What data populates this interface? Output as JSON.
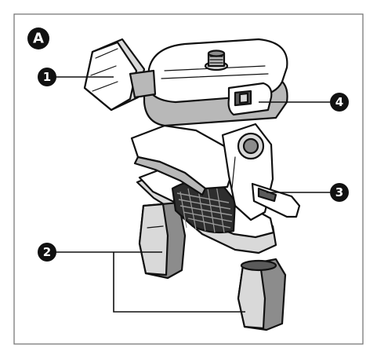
{
  "figure": {
    "panel_label": "A",
    "callouts": [
      {
        "id": "1",
        "label": "1"
      },
      {
        "id": "2",
        "label": "2"
      },
      {
        "id": "3",
        "label": "3"
      },
      {
        "id": "4",
        "label": "4"
      }
    ]
  }
}
